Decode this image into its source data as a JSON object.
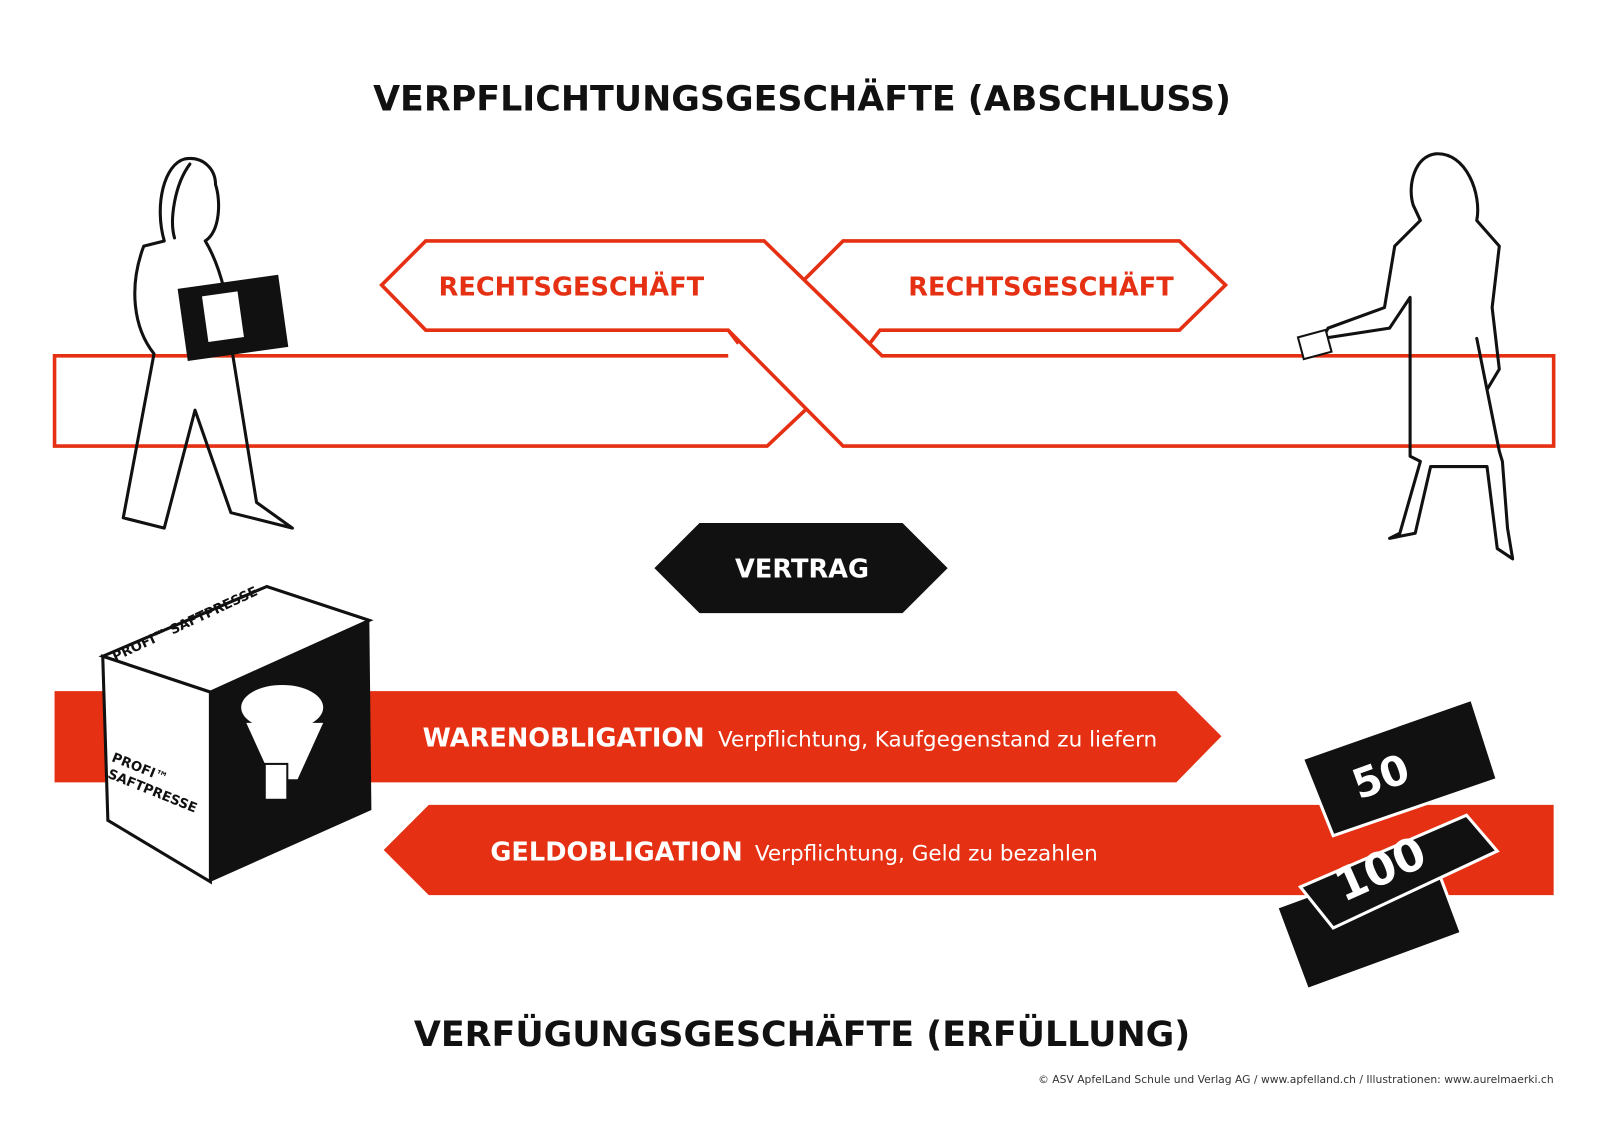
{
  "title_top": "VERPFLICHTUNGSGESCHÄFTE (ABSCHLUSS)",
  "title_bottom": "VERFÜGUNGSGESCHÄFTE (ERFÜLLUNG)",
  "rechtsgeschaeft_left": "RECHTSGESCHÄFT",
  "rechtsgeschaeft_right": "RECHTSGESCHÄFT",
  "vertrag": "VERTRAG",
  "warenobligation": {
    "label": "WARENOBLIGATION",
    "text": "Verpflichtung, Kaufgegenstand zu liefern"
  },
  "geldobligation": {
    "label": "GELDOBLIGATION",
    "text": "Verpflichtung, Geld zu bezahlen"
  },
  "footer": "© ASV ApfelLand Schule und Verlag AG / www.apfelland.ch / Illustrationen: www.aurelmaerki.ch",
  "illustration_text": {
    "box_brand": "PROFI™",
    "box_product": "SAFTPRESSE",
    "note_50": "50",
    "note_100": "100"
  },
  "colors": {
    "accent": "#e53013",
    "black": "#111111"
  }
}
